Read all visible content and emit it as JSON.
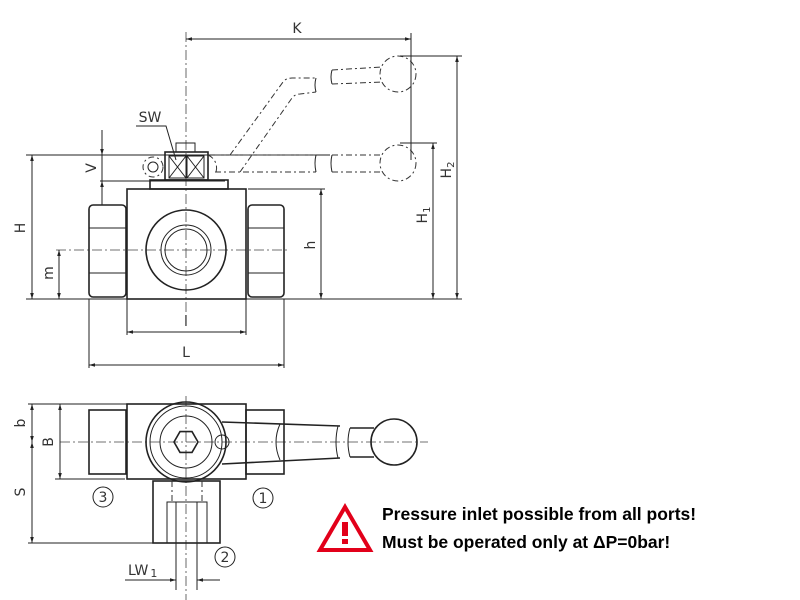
{
  "labels": {
    "K": "K",
    "SW": "SW",
    "V": "V",
    "H": "H",
    "m": "m",
    "h": "h",
    "H1": "H",
    "H1_sub": "1",
    "H2": "H",
    "H2_sub": "2",
    "l": "l",
    "L": "L",
    "b": "b",
    "B": "B",
    "S": "S",
    "LW1": "LW",
    "LW1_sub": "1",
    "port1": "1",
    "port2": "2",
    "port3": "3"
  },
  "warning": {
    "icon": "warning-triangle-icon",
    "color": "#e2001a",
    "line1": "Pressure inlet possible from all ports!",
    "line2": "Must be operated only at ΔP=0bar!"
  }
}
